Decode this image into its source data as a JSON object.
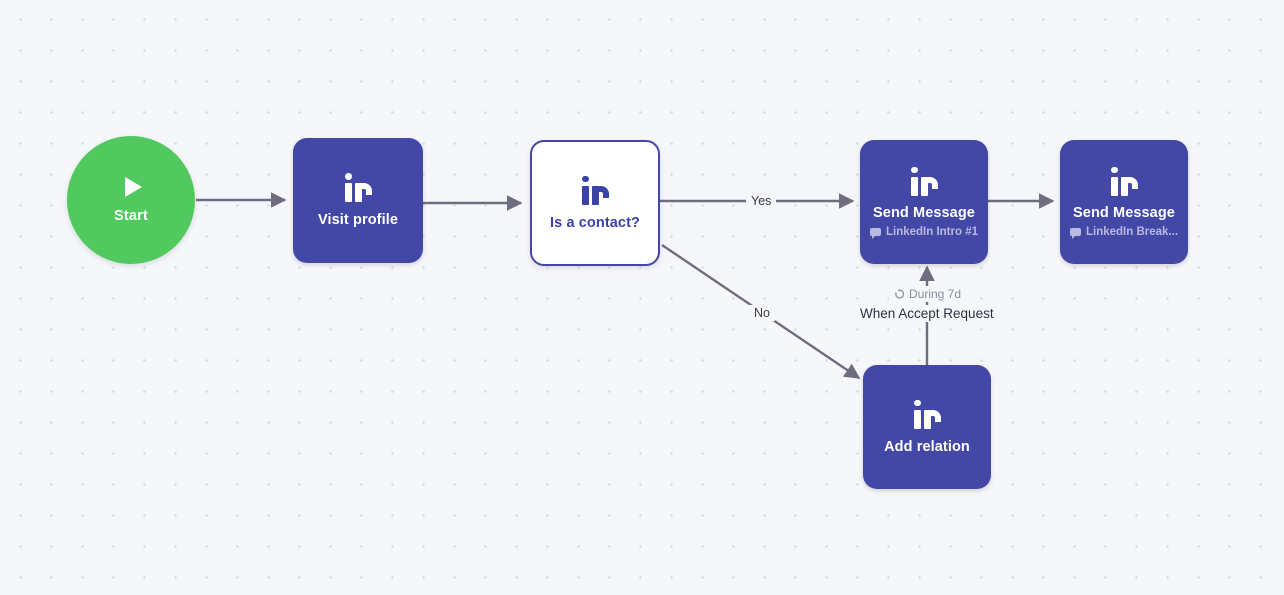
{
  "canvas": {
    "background_color": "#f6f7fb",
    "dot_color": "#dcdee6",
    "dot_spacing": 31
  },
  "palette": {
    "node_fill": "#4348a6",
    "node_text": "#ffffff",
    "node_subtext": "#b7bade",
    "decision_border": "#4348a6",
    "decision_text": "#3a41a8",
    "start_fill": "#51c95f",
    "edge_color": "#6f6d80",
    "label_text": "#2f3040",
    "muted_text": "#8b8ca0"
  },
  "nodes": [
    {
      "id": "start",
      "kind": "start",
      "title": "Start",
      "icon": "play-icon"
    },
    {
      "id": "visit-profile",
      "kind": "action",
      "title": "Visit profile",
      "icon": "linkedin-icon",
      "subtitle": null
    },
    {
      "id": "is-a-contact",
      "kind": "condition",
      "title": "Is a contact?",
      "icon": "linkedin-icon",
      "subtitle": null
    },
    {
      "id": "send-message-1",
      "kind": "action",
      "title": "Send Message",
      "icon": "linkedin-icon",
      "subtitle": "LinkedIn Intro #1",
      "subtitle_icon": "message-bubble-icon"
    },
    {
      "id": "send-message-2",
      "kind": "action",
      "title": "Send Message",
      "icon": "linkedin-icon",
      "subtitle": "LinkedIn Break...",
      "subtitle_icon": "message-bubble-icon"
    },
    {
      "id": "add-relation",
      "kind": "action",
      "title": "Add relation",
      "icon": "linkedin-icon",
      "subtitle": null
    }
  ],
  "edges": [
    {
      "id": "start-to-visit",
      "from": "start",
      "to": "visit-profile",
      "label": null
    },
    {
      "id": "visit-to-condition",
      "from": "visit-profile",
      "to": "is-a-contact",
      "label": null
    },
    {
      "id": "condition-yes",
      "from": "is-a-contact",
      "to": "send-message-1",
      "label": "Yes"
    },
    {
      "id": "condition-no",
      "from": "is-a-contact",
      "to": "add-relation",
      "label": "No"
    },
    {
      "id": "message1-to-message2",
      "from": "send-message-1",
      "to": "send-message-2",
      "label": null
    },
    {
      "id": "relation-to-message1",
      "from": "add-relation",
      "to": "send-message-1",
      "label": "When Accept Request",
      "sublabel": "During 7d",
      "sublabel_icon": "loop-icon"
    }
  ]
}
